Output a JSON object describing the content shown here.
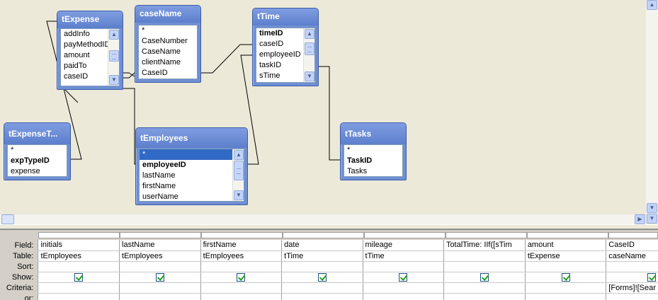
{
  "tables": {
    "tExpense": {
      "title": "tExpense",
      "fields": [
        "addInfo",
        "payMethodID",
        "amount",
        "paidTo",
        "caseID"
      ]
    },
    "caseName": {
      "title": "caseName",
      "fields": [
        "*",
        "CaseNumber",
        "CaseName",
        "clientName",
        "CaseID"
      ]
    },
    "tTime": {
      "title": "tTime",
      "fields": [
        "timeID",
        "caseID",
        "employeeID",
        "taskID",
        "sTime"
      ]
    },
    "tExpenseType": {
      "title": "tExpenseT...",
      "fields": [
        "*",
        "expTypeID",
        "expense"
      ]
    },
    "tEmployees": {
      "title": "tEmployees",
      "fields": [
        "*",
        "employeeID",
        "lastName",
        "firstName",
        "userName"
      ]
    },
    "tTasks": {
      "title": "tTasks",
      "fields": [
        "*",
        "TaskID",
        "Tasks"
      ]
    }
  },
  "grid": {
    "row_labels": {
      "field": "Field:",
      "table": "Table:",
      "sort": "Sort:",
      "show": "Show:",
      "criteria": "Criteria:",
      "or": "or:"
    },
    "columns": [
      {
        "field": "initials",
        "table": "tEmployees",
        "sort": "",
        "show": true,
        "criteria": ""
      },
      {
        "field": "lastName",
        "table": "tEmployees",
        "sort": "",
        "show": true,
        "criteria": ""
      },
      {
        "field": "firstName",
        "table": "tEmployees",
        "sort": "",
        "show": true,
        "criteria": ""
      },
      {
        "field": "date",
        "table": "tTime",
        "sort": "",
        "show": true,
        "criteria": ""
      },
      {
        "field": "mileage",
        "table": "tTime",
        "sort": "",
        "show": true,
        "criteria": ""
      },
      {
        "field": "TotalTime: IIf([sTim",
        "table": "",
        "sort": "",
        "show": true,
        "criteria": ""
      },
      {
        "field": "amount",
        "table": "tExpense",
        "sort": "",
        "show": true,
        "criteria": ""
      },
      {
        "field": "CaseID",
        "table": "caseName",
        "sort": "",
        "show": true,
        "criteria": "[Forms]![Sear"
      }
    ]
  },
  "icons": {
    "scroll_up": "▲",
    "scroll_down": "▼",
    "scroll_left": "◀",
    "scroll_right": "▶"
  },
  "colors": {
    "table_title": "#6f8fd4",
    "selection": "#316ac5",
    "checkbox_tick": "#21a121"
  }
}
